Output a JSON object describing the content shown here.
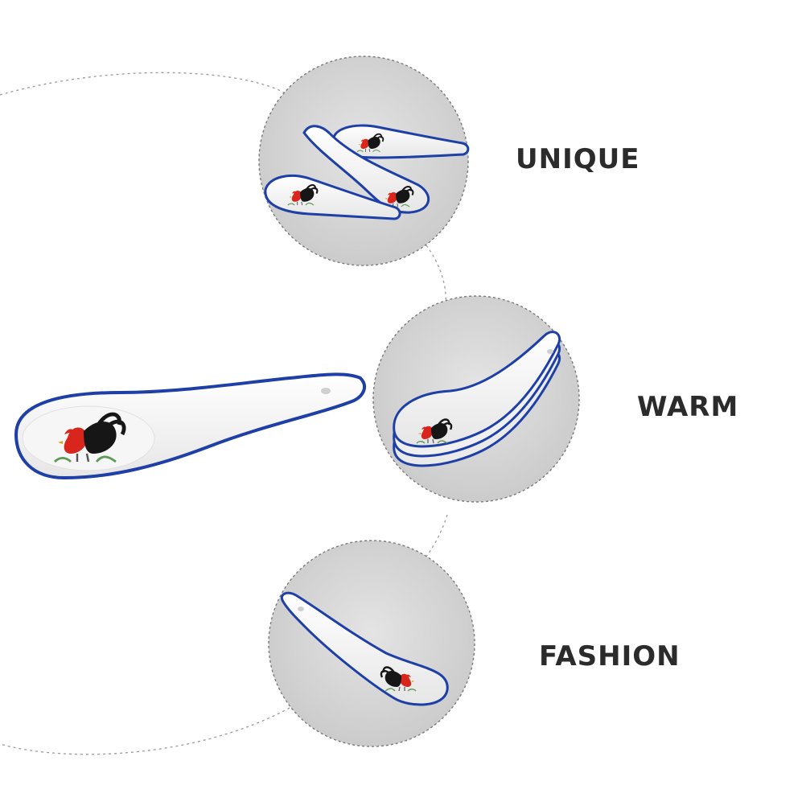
{
  "features": [
    {
      "label": "UNIQUE",
      "icon": "spoon-trio-photo-icon"
    },
    {
      "label": "WARM",
      "icon": "stacked-spoons-photo-icon"
    },
    {
      "label": "FASHION",
      "icon": "single-spoon-photo-icon"
    }
  ],
  "colors": {
    "background": "#ffffff",
    "circle_fill": "#d6d6d6",
    "porcelain": "#f8f8f8",
    "rim_blue": "#1d3fa6",
    "rooster_red": "#d8261c",
    "rooster_black": "#161616",
    "grass_green": "#5c9a55",
    "text": "#2b2b2b"
  }
}
